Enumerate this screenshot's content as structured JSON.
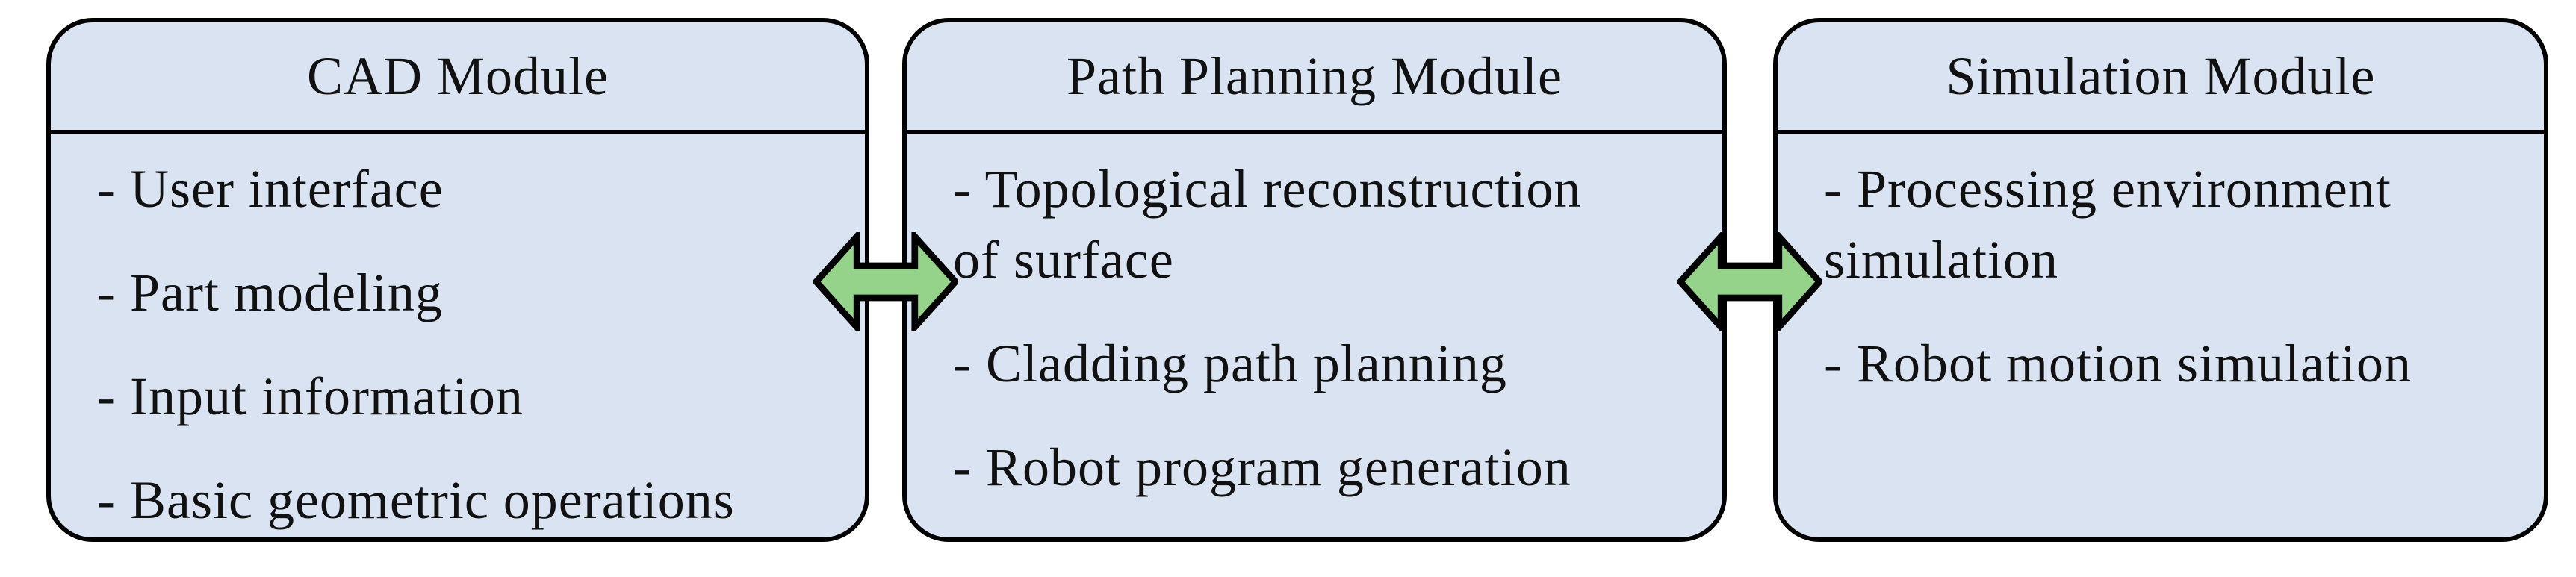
{
  "modules": [
    {
      "title": "CAD Module",
      "items": [
        "- User interface",
        "- Part modeling",
        "- Input information",
        "- Basic geometric operations"
      ]
    },
    {
      "title": "Path Planning Module",
      "items": [
        "- Topological reconstruction\nof surface",
        "- Cladding path planning",
        "- Robot program generation"
      ]
    },
    {
      "title": "Simulation Module",
      "items": [
        "- Processing environment\nsimulation",
        "- Robot motion simulation"
      ]
    }
  ],
  "connectors": [
    {
      "type": "horizontal-double-arrow"
    },
    {
      "type": "horizontal-double-arrow"
    }
  ],
  "colors": {
    "box_fill": "#d9e3f2",
    "arrow_fill": "#96d38a",
    "outline": "#000000"
  }
}
